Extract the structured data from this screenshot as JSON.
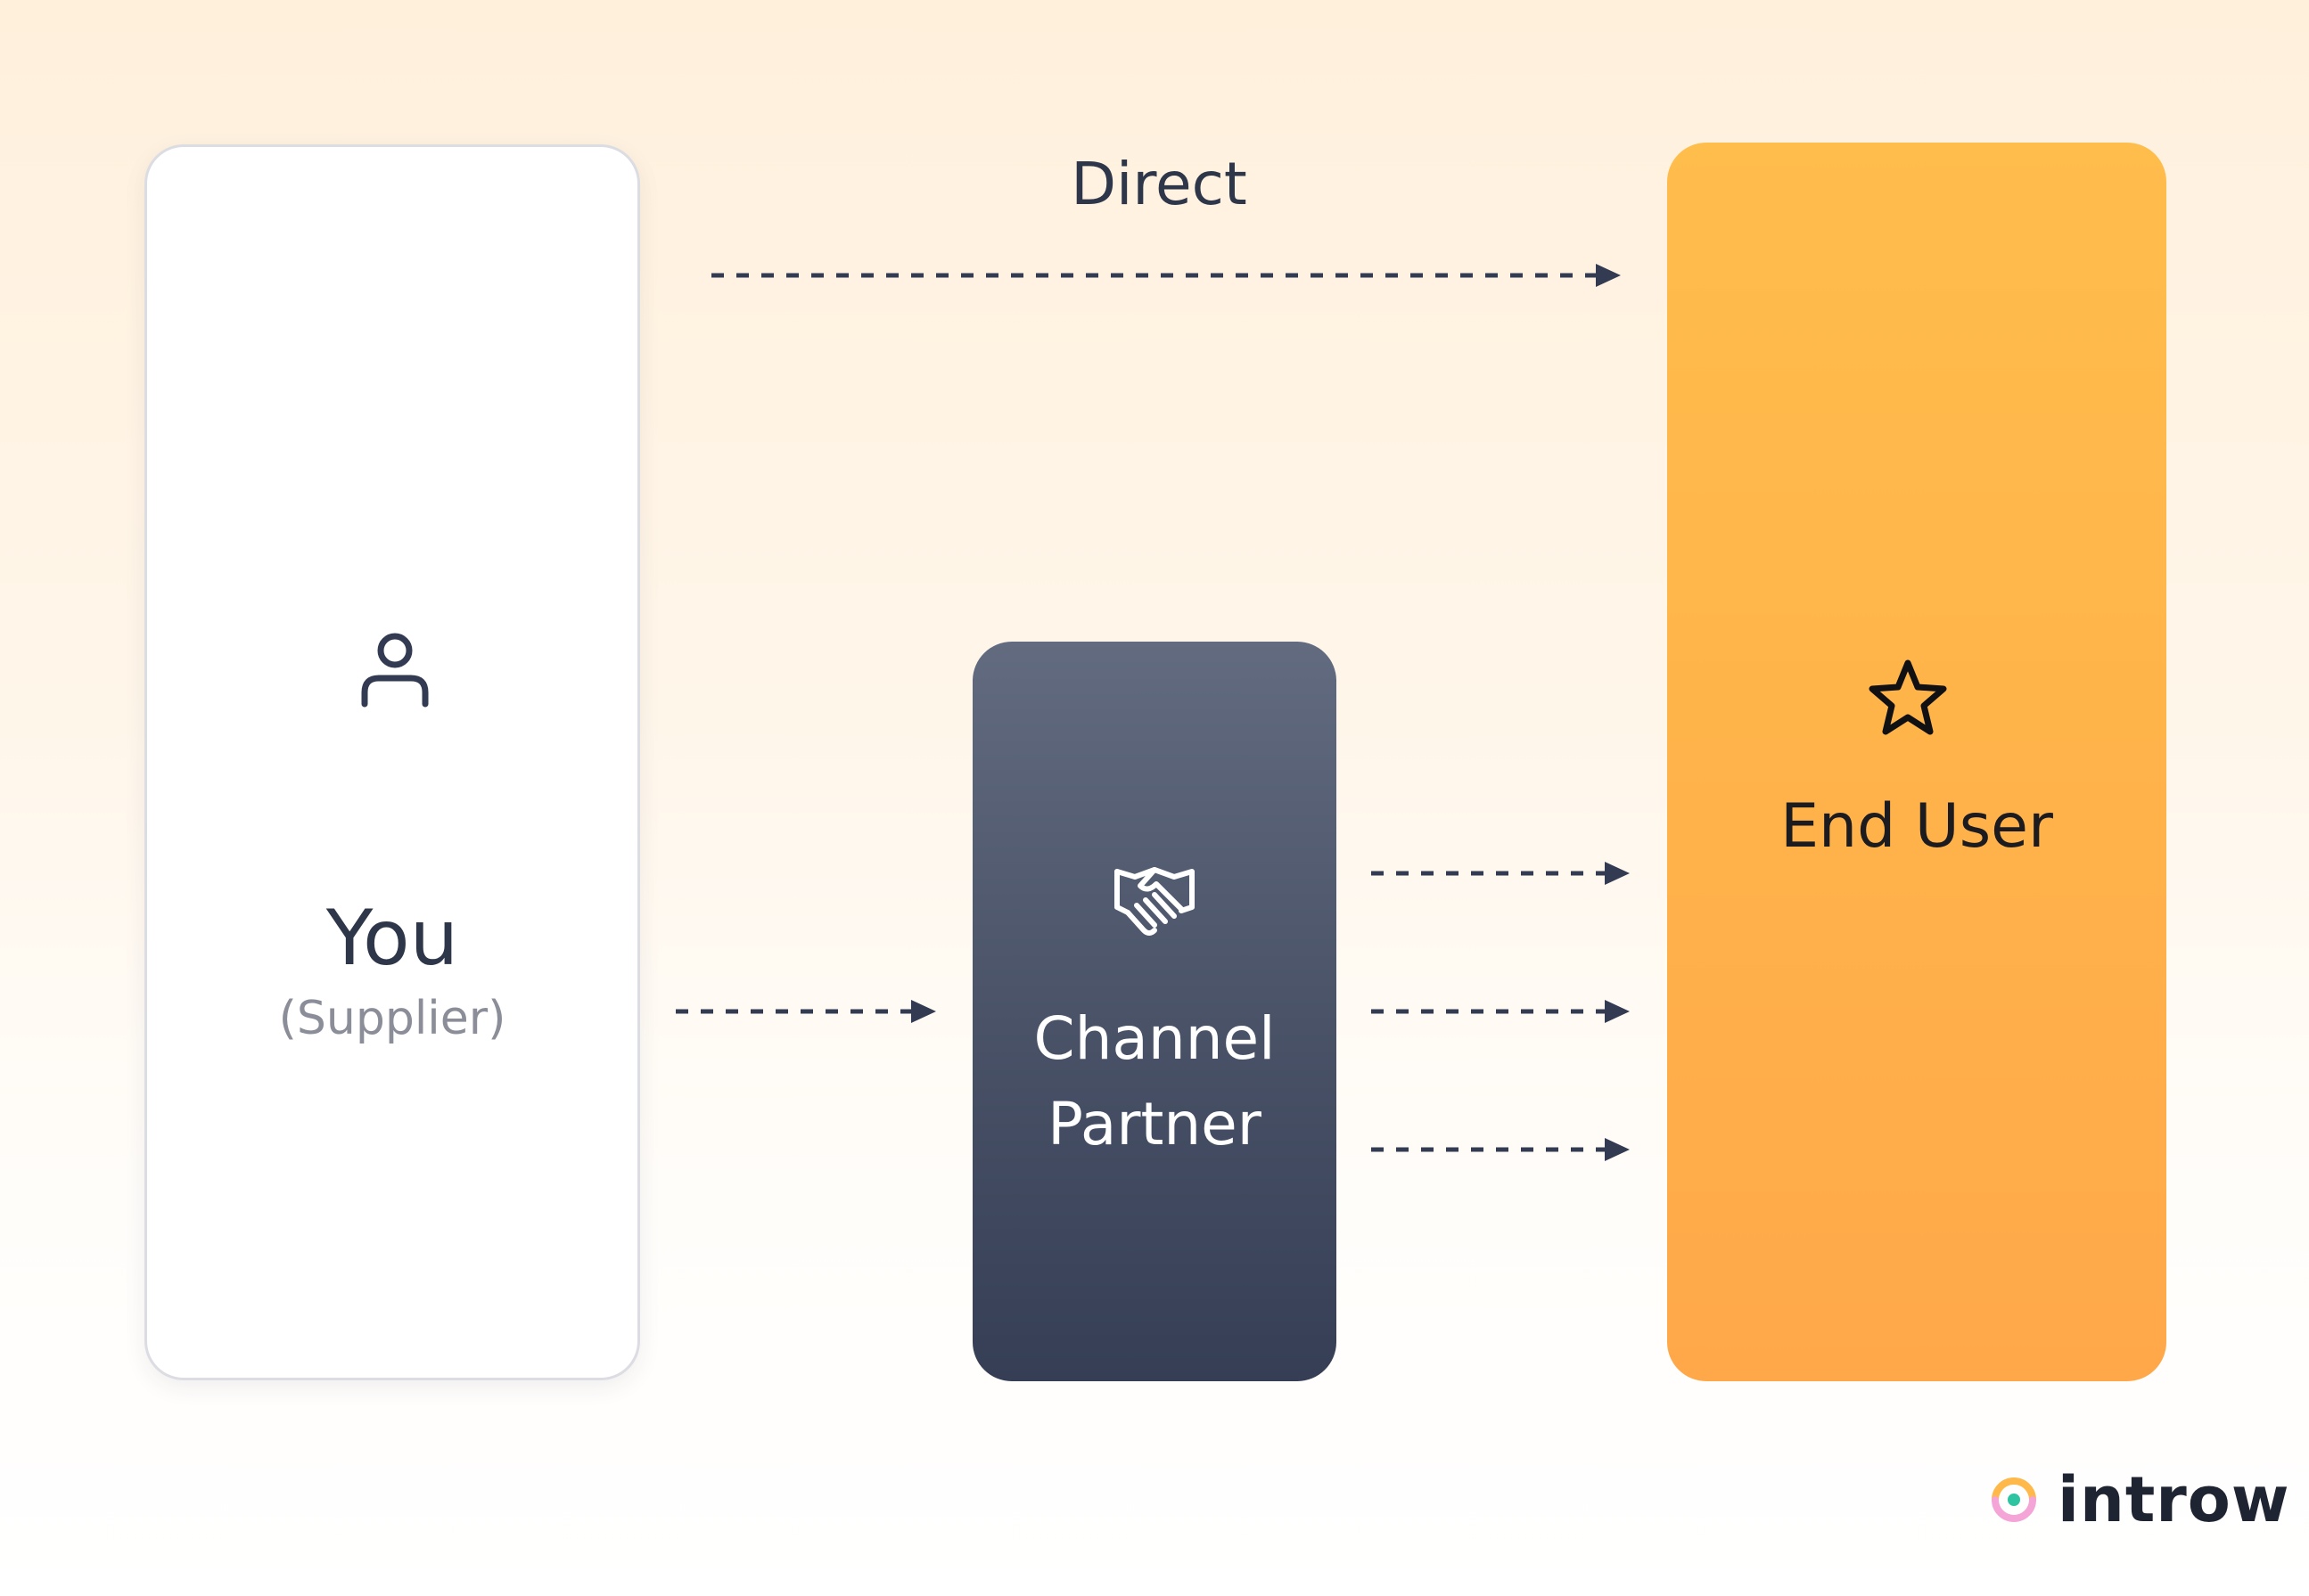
{
  "nodes": {
    "you": {
      "title": "You",
      "subtitle": "(Supplier)",
      "icon": "user-icon"
    },
    "channel_partner": {
      "title_line1": "Channel",
      "title_line2": "Partner",
      "icon": "handshake-icon"
    },
    "end_user": {
      "title": "End User",
      "icon": "star-icon"
    }
  },
  "edges": {
    "direct": {
      "label": "Direct",
      "from": "you",
      "to": "end_user"
    },
    "indirect": [
      {
        "from": "you",
        "to": "channel_partner"
      },
      {
        "from": "channel_partner",
        "to": "end_user"
      },
      {
        "from": "channel_partner",
        "to": "end_user"
      },
      {
        "from": "channel_partner",
        "to": "end_user"
      }
    ]
  },
  "brand": {
    "name": "introw",
    "icon": "introw-logo-icon"
  },
  "colors": {
    "supplier_card": "#ffffff",
    "partner_card": "#4a5368",
    "end_user_card": "#ffb34a",
    "arrow": "#333b52"
  }
}
